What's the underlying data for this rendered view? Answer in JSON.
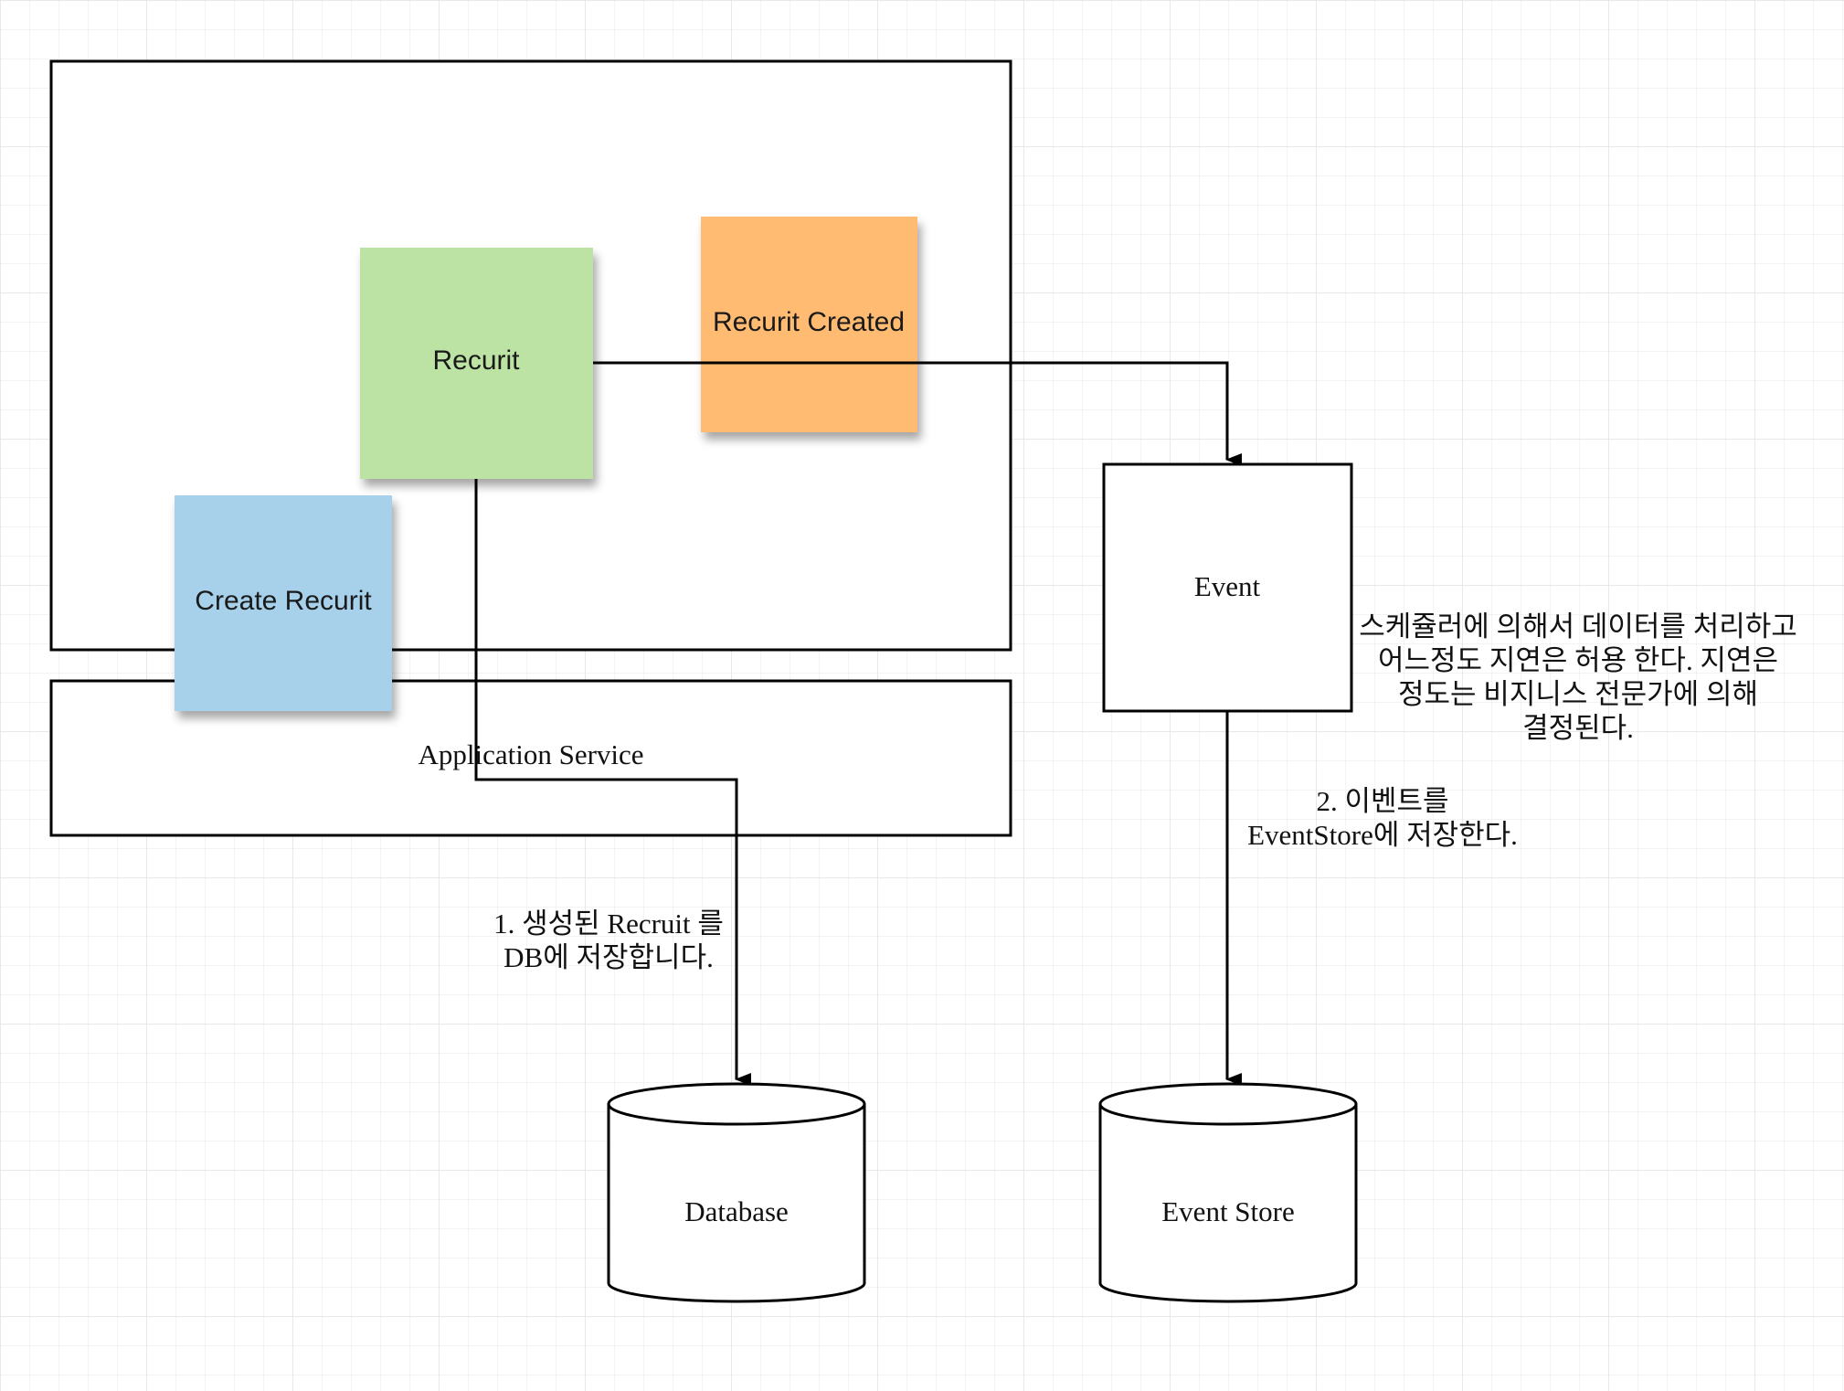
{
  "colors": {
    "grid": "#ececec",
    "stroke": "#000000",
    "recruit": "#bde3a4",
    "recruit_created": "#ffbb72",
    "create_recruit": "#a7d0eb"
  },
  "domain_box": {},
  "application_service": {
    "label": "Application Service"
  },
  "stickies": {
    "recruit": "Recurit",
    "recruit_created": "Recurit Created",
    "create_recruit": "Create Recurit"
  },
  "event": {
    "label": "Event"
  },
  "database": {
    "label": "Database"
  },
  "event_store": {
    "label": "Event Store"
  },
  "notes": {
    "save_recruit": [
      "1. 생성된 Recruit 를",
      "DB에 저장합니다."
    ],
    "save_event": [
      "2. 이벤트를",
      "EventStore에 저장한다."
    ],
    "scheduler": [
      "스케쥴러에 의해서 데이터를 처리하고",
      "어느정도 지연은 허용 한다. 지연은",
      "정도는 비지니스 전문가에 의해",
      "결정된다."
    ]
  }
}
